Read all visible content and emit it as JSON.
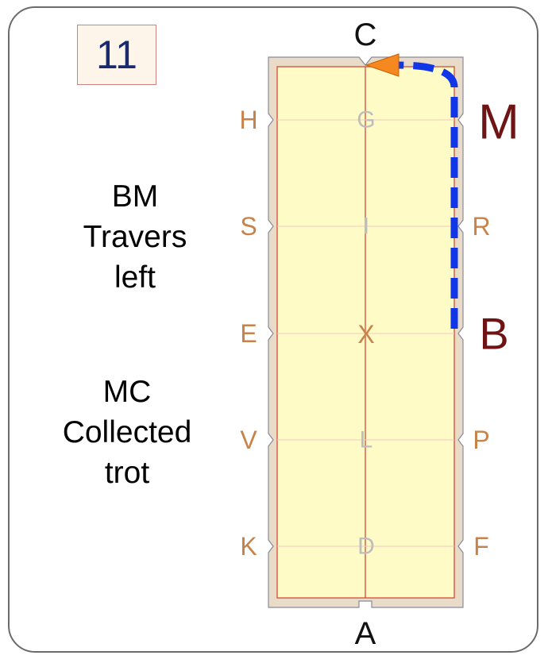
{
  "test_number": "11",
  "movements": [
    {
      "lines": [
        "BM",
        "Travers",
        "left"
      ]
    },
    {
      "lines": [
        "MC",
        "Collected",
        "trot"
      ]
    }
  ],
  "arena": {
    "letters": {
      "top": "C",
      "bottom": "A",
      "left": [
        "H",
        "S",
        "E",
        "V",
        "K"
      ],
      "right": [
        "M",
        "R",
        "B",
        "P",
        "F"
      ],
      "center": [
        "G",
        "I",
        "X",
        "L",
        "D"
      ]
    },
    "highlighted_letters": [
      "M",
      "B"
    ]
  },
  "colors": {
    "arena_fill": "#fffbc6",
    "arena_border": "#e8dcc8",
    "line_red": "#d64a3a",
    "letter_brown": "#c8834a",
    "letter_grey": "#bdbdbd",
    "highlight_letter": "#6e1414",
    "path_blue": "#1036e8",
    "arrow_orange": "#f5891f",
    "number_text": "#1a2a6e"
  }
}
